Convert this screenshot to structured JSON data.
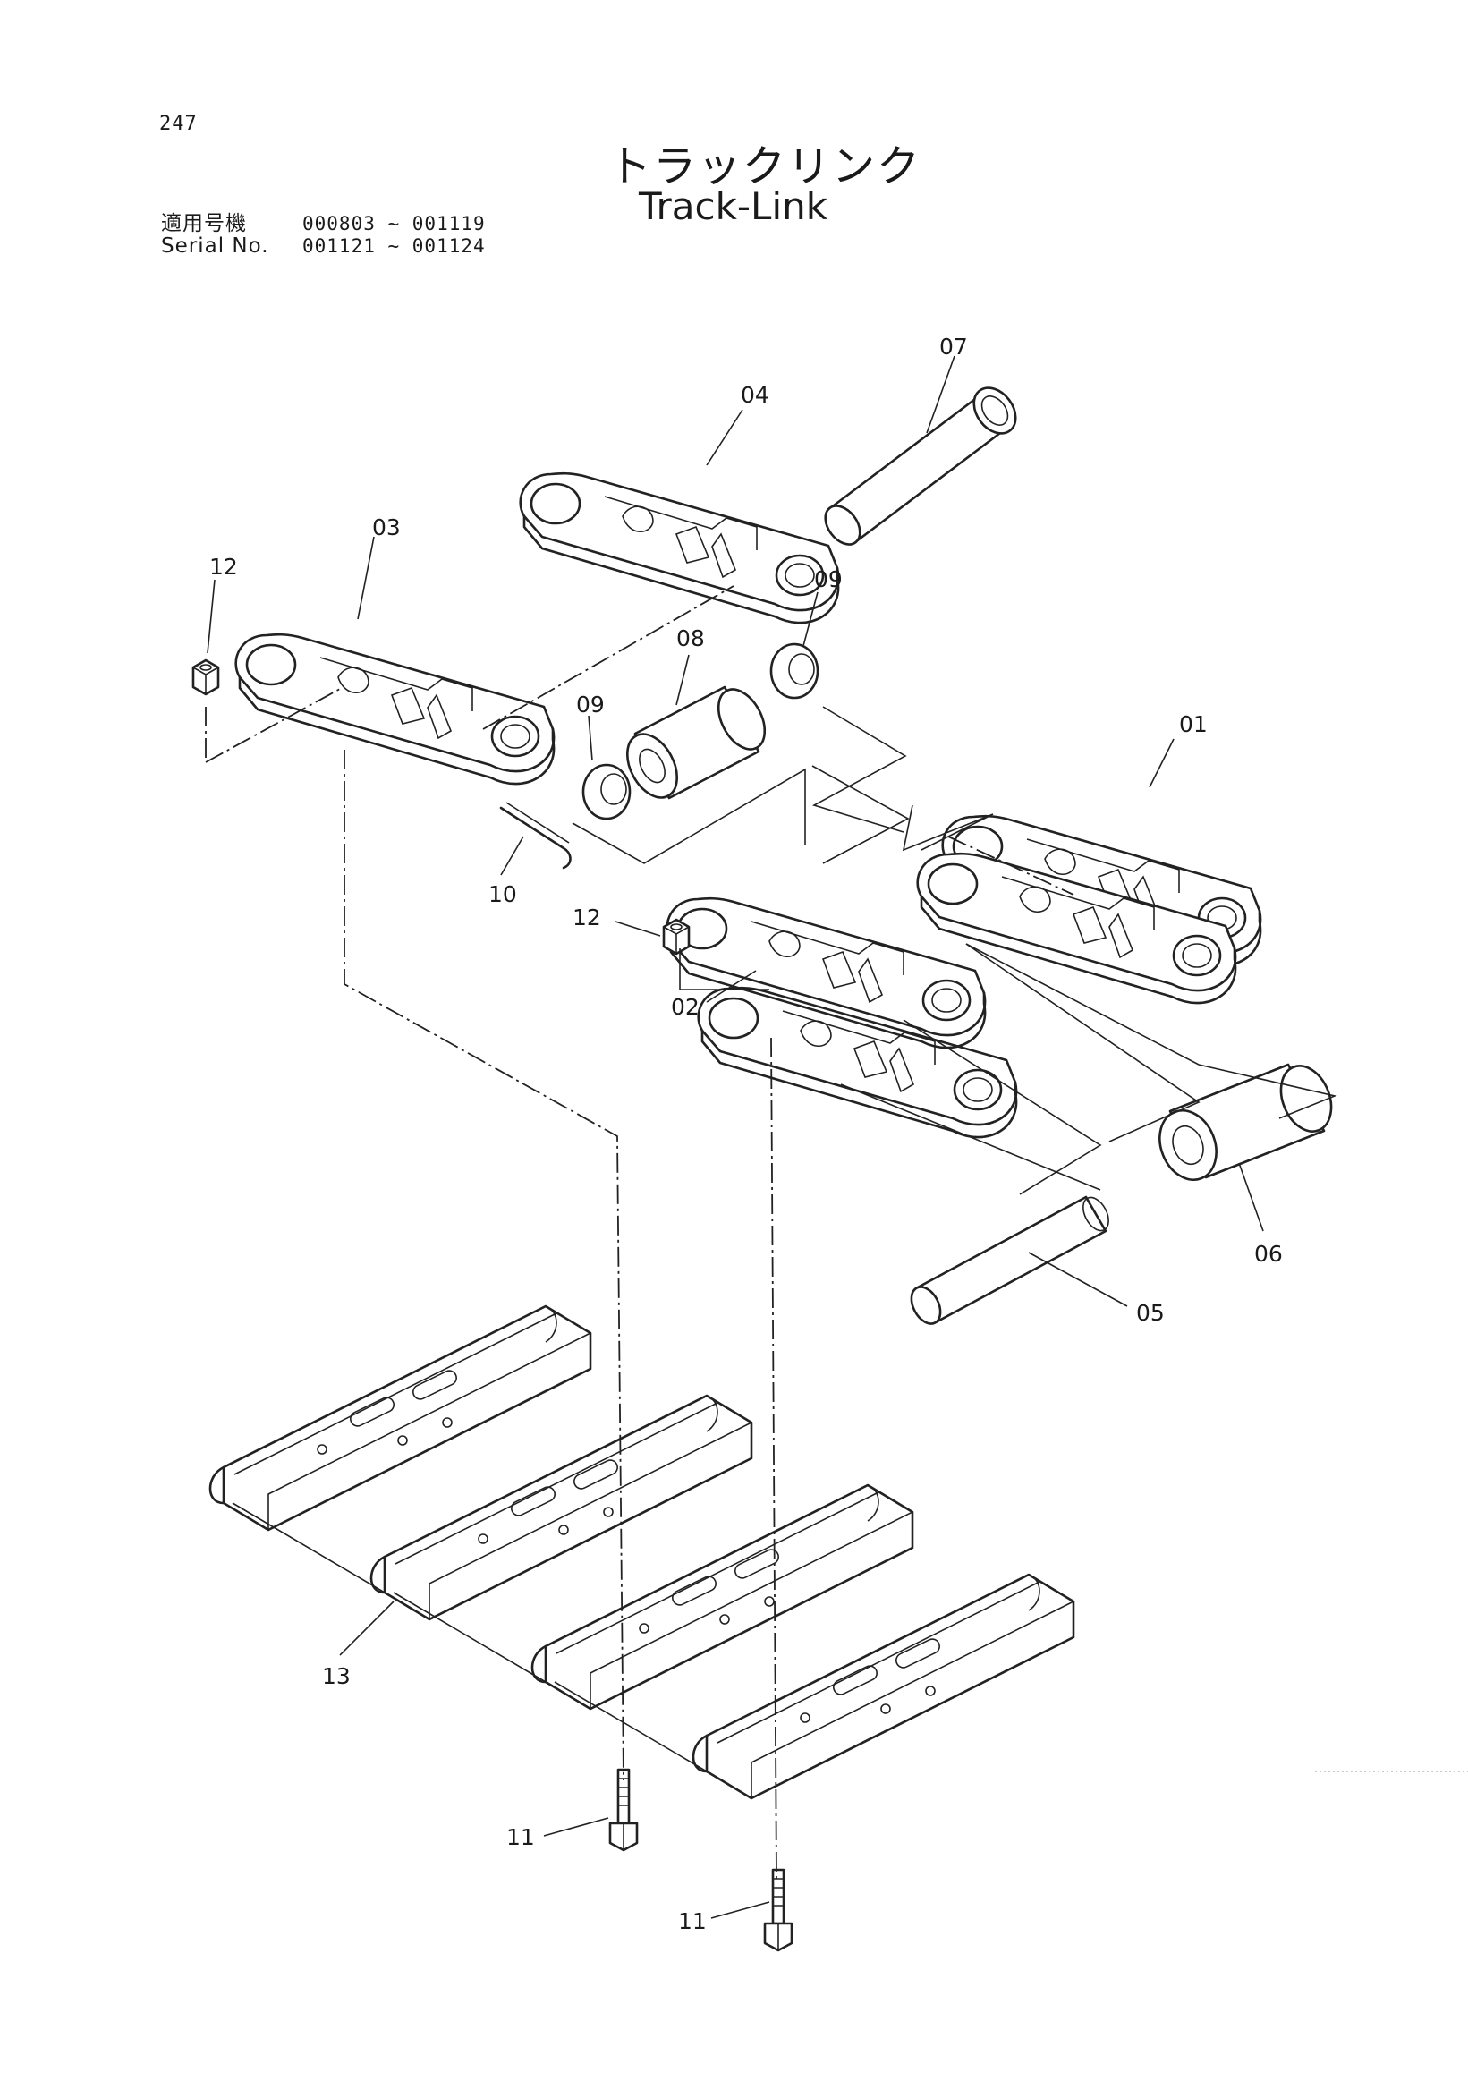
{
  "page_number": "247",
  "title": {
    "japanese": "トラックリンク",
    "english": "Track-Link"
  },
  "serials": [
    {
      "label": "適用号機",
      "range": "000803 ~ 001119"
    },
    {
      "label": "Serial No.",
      "range": "001121 ~ 001124"
    }
  ],
  "callouts": {
    "c01": "01",
    "c02": "02",
    "c03": "03",
    "c04": "04",
    "c05": "05",
    "c06": "06",
    "c07": "07",
    "c08": "08",
    "c09a": "09",
    "c09b": "09",
    "c10": "10",
    "c11a": "11",
    "c11b": "11",
    "c12a": "12",
    "c12b": "12",
    "c13": "13"
  }
}
